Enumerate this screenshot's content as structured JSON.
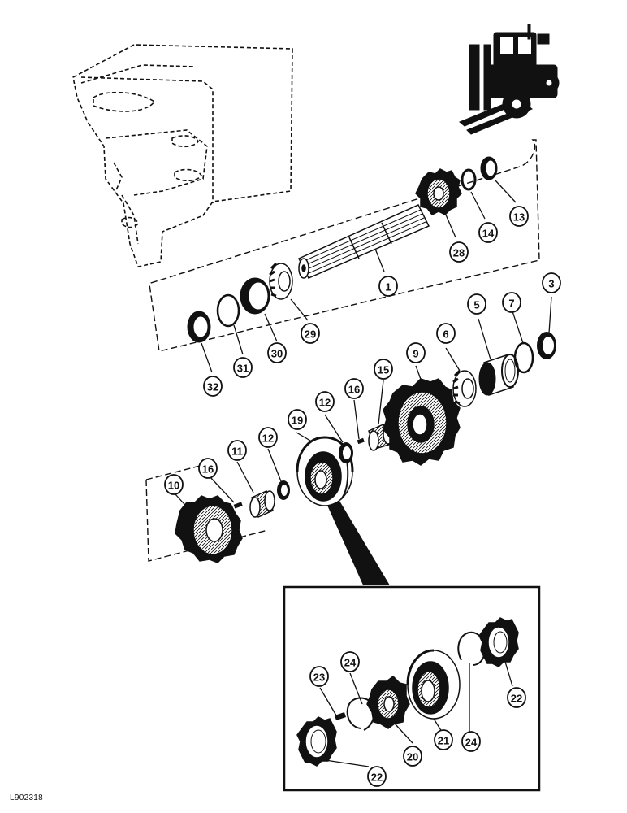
{
  "figure": {
    "code": "L902318"
  },
  "callouts": [
    {
      "id": "c1",
      "label": "1"
    },
    {
      "id": "c3",
      "label": "3"
    },
    {
      "id": "c5",
      "label": "5"
    },
    {
      "id": "c6",
      "label": "6"
    },
    {
      "id": "c7",
      "label": "7"
    },
    {
      "id": "c9",
      "label": "9"
    },
    {
      "id": "c10",
      "label": "10"
    },
    {
      "id": "c11",
      "label": "11"
    },
    {
      "id": "c12a",
      "label": "12"
    },
    {
      "id": "c12b",
      "label": "12"
    },
    {
      "id": "c13",
      "label": "13"
    },
    {
      "id": "c14",
      "label": "14"
    },
    {
      "id": "c15",
      "label": "15"
    },
    {
      "id": "c16a",
      "label": "16"
    },
    {
      "id": "c16b",
      "label": "16"
    },
    {
      "id": "c19",
      "label": "19"
    },
    {
      "id": "c20",
      "label": "20"
    },
    {
      "id": "c21",
      "label": "21"
    },
    {
      "id": "c22a",
      "label": "22"
    },
    {
      "id": "c22b",
      "label": "22"
    },
    {
      "id": "c23",
      "label": "23"
    },
    {
      "id": "c24a",
      "label": "24"
    },
    {
      "id": "c24b",
      "label": "24"
    },
    {
      "id": "c28",
      "label": "28"
    },
    {
      "id": "c29",
      "label": "29"
    },
    {
      "id": "c30",
      "label": "30"
    },
    {
      "id": "c31",
      "label": "31"
    },
    {
      "id": "c32",
      "label": "32"
    }
  ],
  "colors": {
    "ink": "#111111",
    "paper": "#ffffff"
  }
}
